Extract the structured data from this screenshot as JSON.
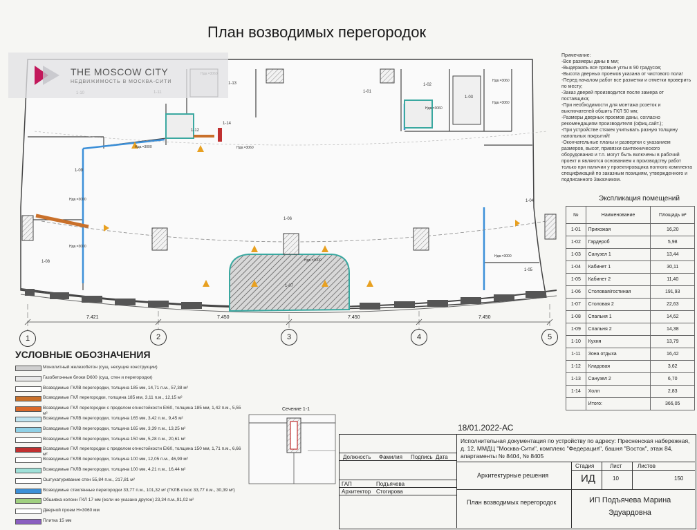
{
  "title": "План возводимых перегородок",
  "watermark": {
    "name": "THE MOSCOW CITY",
    "subtitle": "НЕДВИЖИМОСТЬ В МОСКВА-СИТИ"
  },
  "notes": [
    "Примечание:",
    "-Все размеры даны в мм;",
    "-Выдержать все прямые углы в 90 градусов;",
    "-Высота дверных проемов указана от чистового пола!",
    "-Перед началом работ все разметки и отметки проверить по месту;",
    "-Заказ дверей производится после замера от поставщика;",
    "-При необходимости для монтажа розеток и выключателей обшить ГКЛ 50 мм;",
    "-Размеры дверных проемов даны, согласно рекомендациям производителя (офиц.сайт.);",
    "-При устройстве стяжек учитывать разную толщину напольных покрытий!",
    "-Окончательные планы и развертки с указанием размеров, высот, привязки сантехнического оборудования и т.п. могут быть включены в рабочий проект и являются основанием к производству работ только при наличии у проектировщика полного комплекта спецификаций по заказным позициям, утвержденного и подписанного Заказчиком."
  ],
  "explication": {
    "title": "Экспликация помещений",
    "headers": [
      "№",
      "Наименование",
      "Площадь м²"
    ],
    "rows": [
      [
        "1-01",
        "Прихожая",
        "16,20"
      ],
      [
        "1-02",
        "Гардероб",
        "5,98"
      ],
      [
        "1-03",
        "Санузел 1",
        "13,44"
      ],
      [
        "1-04",
        "Кабинет 1",
        "30,11"
      ],
      [
        "1-05",
        "Кабинет 2",
        "11,40"
      ],
      [
        "1-06",
        "Столовая/гостиная",
        "191,93"
      ],
      [
        "1-07",
        "Столовая 2",
        "22,63"
      ],
      [
        "1-08",
        "Спальня 1",
        "14,62"
      ],
      [
        "1-09",
        "Спальня 2",
        "14,38"
      ],
      [
        "1-10",
        "Кухня",
        "13,79"
      ],
      [
        "1-11",
        "Зона отдыха",
        "16,42"
      ],
      [
        "1-12",
        "Кладовая",
        "3,62"
      ],
      [
        "1-13",
        "Санузел 2",
        "6,70"
      ],
      [
        "1-14",
        "Холл",
        "2,83"
      ]
    ],
    "total_label": "Итого:",
    "total_value": "366,05"
  },
  "axes": [
    "1",
    "2",
    "3",
    "4",
    "5"
  ],
  "dimensions": [
    "7.421",
    "7.450",
    "7.450",
    "7.450"
  ],
  "rooms": [
    "1-01",
    "1-02",
    "1-03",
    "1-04",
    "1-05",
    "1-06",
    "1-07",
    "1-08",
    "1-09",
    "1-10",
    "1-11",
    "1-12",
    "1-13",
    "1-14"
  ],
  "heights": [
    "Hдв.=3060",
    "Hдв.=3000"
  ],
  "legend": {
    "title": "УСЛОВНЫЕ ОБОЗНАЧЕНИЯ",
    "items": [
      {
        "text": "Монолитный железобетон (сущ. несущие конструкции)",
        "color": "#cfcfcf"
      },
      {
        "text": "Газобетонные блоки D600 (сущ. стен и перегородки)",
        "color": "#e8e8e8"
      },
      {
        "text": "Возводимые ГКЛВ перегородки, толщина 185 мм, 14,71 п.м., 57,38 м²",
        "color": "#ffffff"
      },
      {
        "text": "Возводимые ГКЛ перегородки, толщина 185 мм, 3,11 п.м., 12,15 м²",
        "color": "#c9702a"
      },
      {
        "text": "Возводимые ГКЛ перегородки с пределом огнестойкости EI60, толщина 185 мм, 1,42 п.м., 5,55 м²",
        "color": "#d9682a"
      },
      {
        "text": "Возводимые ГКЛВ перегородки, толщина 165 мм, 3,42 п.м., 9,45 м²",
        "color": "#bfe3ef"
      },
      {
        "text": "Возводимые ГКЛВ перегородки, толщина 165 мм, 3,39 п.м., 13,25 м²",
        "color": "#8fd0e6"
      },
      {
        "text": "Возводимые ГКЛВ перегородки, толщина 150 мм, 5,28 п.м., 20,61 м²",
        "color": "#ffffff"
      },
      {
        "text": "Возводимые ГКЛ перегородки с пределом огнестойкости EI60, толщина 150 мм, 1,71 п.м., 6,66 м²",
        "color": "#c03030"
      },
      {
        "text": "Возводимые ГКЛВ перегородки, толщина 100 мм, 12,05 п.м., 46,99 м²",
        "color": "#ffffff"
      },
      {
        "text": "Возводимые ГКЛВ перегородки, толщина 100 мм, 4,21 п.м., 16,44 м²",
        "color": "#9fe0d8"
      },
      {
        "text": "Оштукатуривание стен 55,84 п.м., 217,81 м²",
        "color": "#ffffff"
      },
      {
        "text": "Возводимые стеклянные перегородки 33,77 п.м., 101,32 м² (ГКЛВ откос 33,77 п.м., 30,39 м²)",
        "color": "#3b8fd8"
      },
      {
        "text": "Обшивка колонн ГКЛ 17 мм (если не указано другое) 23,34 п.м.,91,02 м²",
        "color": "#a0d080"
      },
      {
        "text": "Дверной проем H=3060 мм",
        "color": "#ffffff"
      },
      {
        "text": "Плитка 15 мм",
        "color": "#8a5fc0"
      }
    ]
  },
  "section": {
    "title": "Сечение 1-1"
  },
  "title_block": {
    "date_code": "18/01.2022-АС",
    "description": "Исполнительная документация по устройству по адресу: Пресненская набережная, д. 12, ММДЦ \"Москва-Сити\", комплекс \"Федерация\", башня \"Восток\", этаж 84, апартаменты № 8404, № 8405",
    "col_headers": [
      "Должность",
      "Фамилия",
      "Подпись",
      "Дата"
    ],
    "rows": [
      [
        "ГАП",
        "Подъячева"
      ],
      [
        "Архитектор",
        "Стогирова"
      ]
    ],
    "section_name": "Архитектурные решения",
    "stage_headers": [
      "Стадия",
      "Лист",
      "Листов"
    ],
    "stage_values": [
      "ИД",
      "10",
      "150"
    ],
    "sheet_name": "План возводимых перегородок",
    "company_line1": "ИП Подъячева Марина",
    "company_line2": "Эдуардовна"
  },
  "colors": {
    "glass": "#3b8fd8",
    "hatch": "#555555",
    "orange": "#d9682a",
    "teal": "#3aa8a0"
  }
}
